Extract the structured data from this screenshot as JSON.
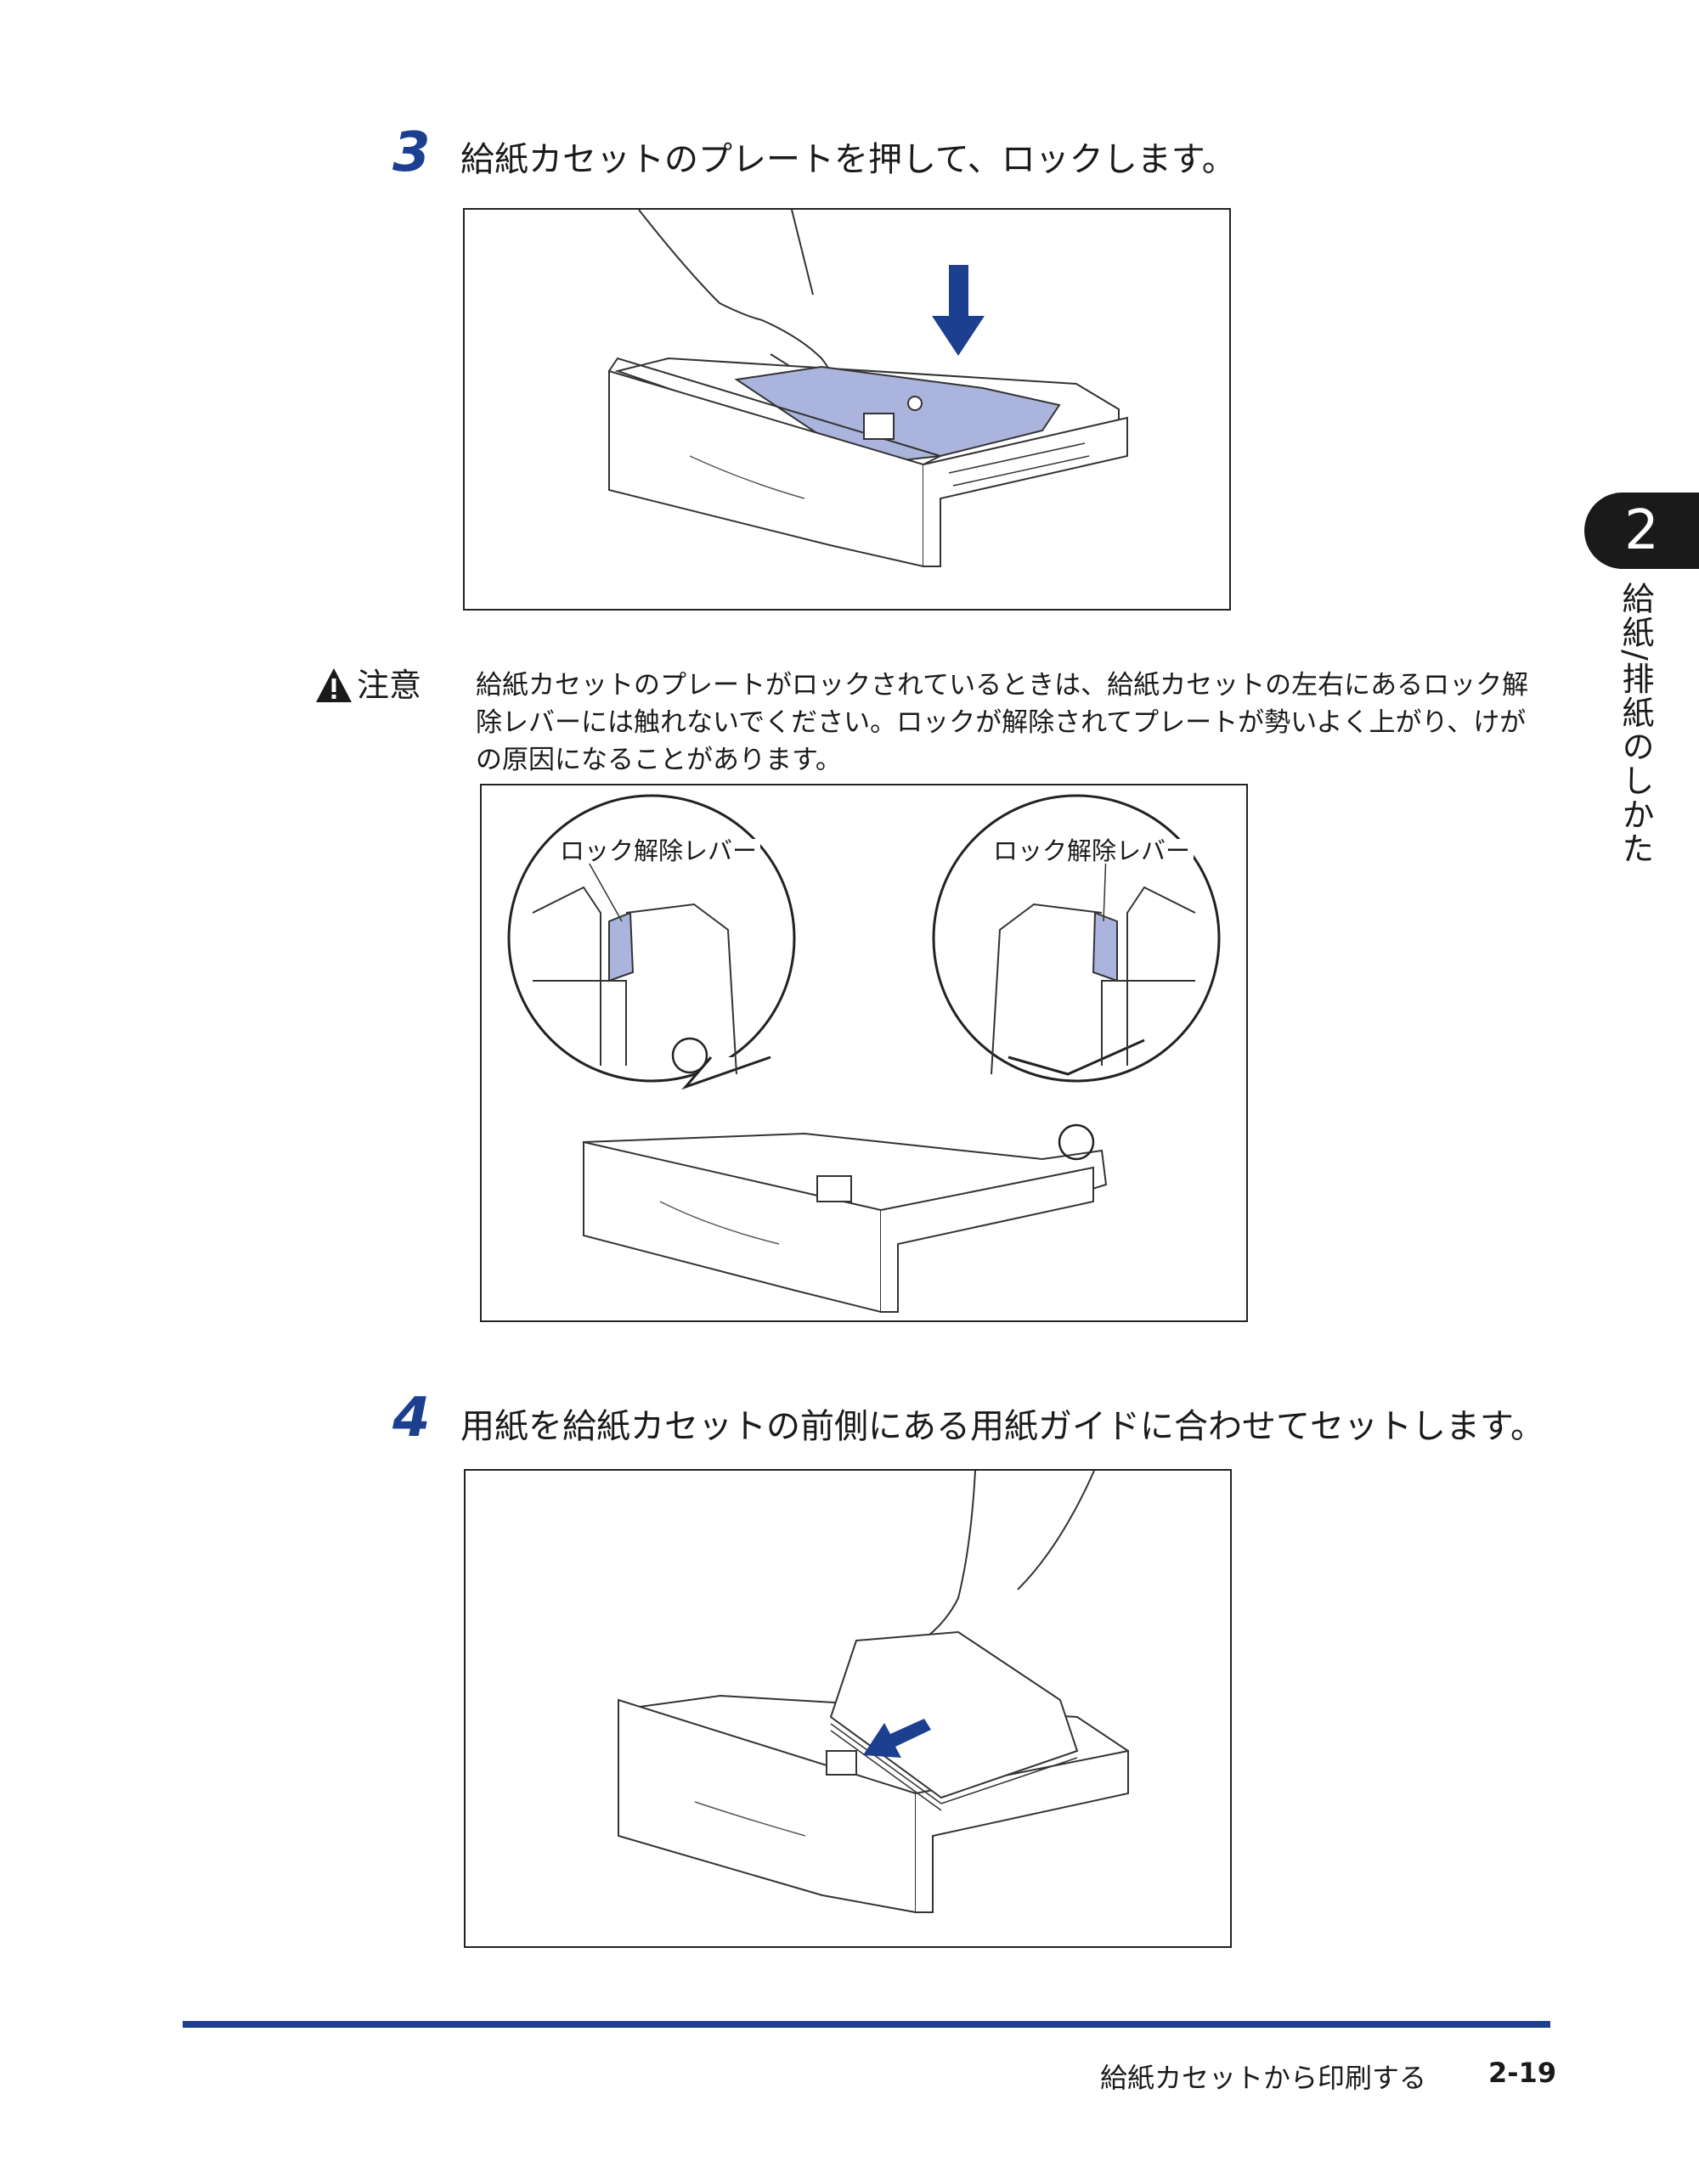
{
  "side_tab": {
    "chapter_number": "2",
    "chapter_title": "給紙/排紙のしかた"
  },
  "steps": [
    {
      "number": "3",
      "text": "給紙カセットのプレートを押して、ロックします。"
    },
    {
      "number": "4",
      "text": "用紙を給紙カセットの前側にある用紙ガイドに合わせてセットします。"
    }
  ],
  "caution": {
    "label": "注意",
    "lines": [
      "給紙カセットのプレートがロックされているときは、給紙カセットの左右にあるロック解",
      "除レバーには触れないでください。ロックが解除されてプレートが勢いよく上がり、けが",
      "の原因になることがあります。"
    ]
  },
  "callouts": {
    "left": "ロック解除レバー",
    "right": "ロック解除レバー"
  },
  "footer": {
    "section_title": "給紙カセットから印刷する",
    "page_number": "2-19"
  },
  "colors": {
    "accent": "#1d3f8f",
    "plate": "#aab4dc",
    "arrow": "#1d3f8f"
  }
}
